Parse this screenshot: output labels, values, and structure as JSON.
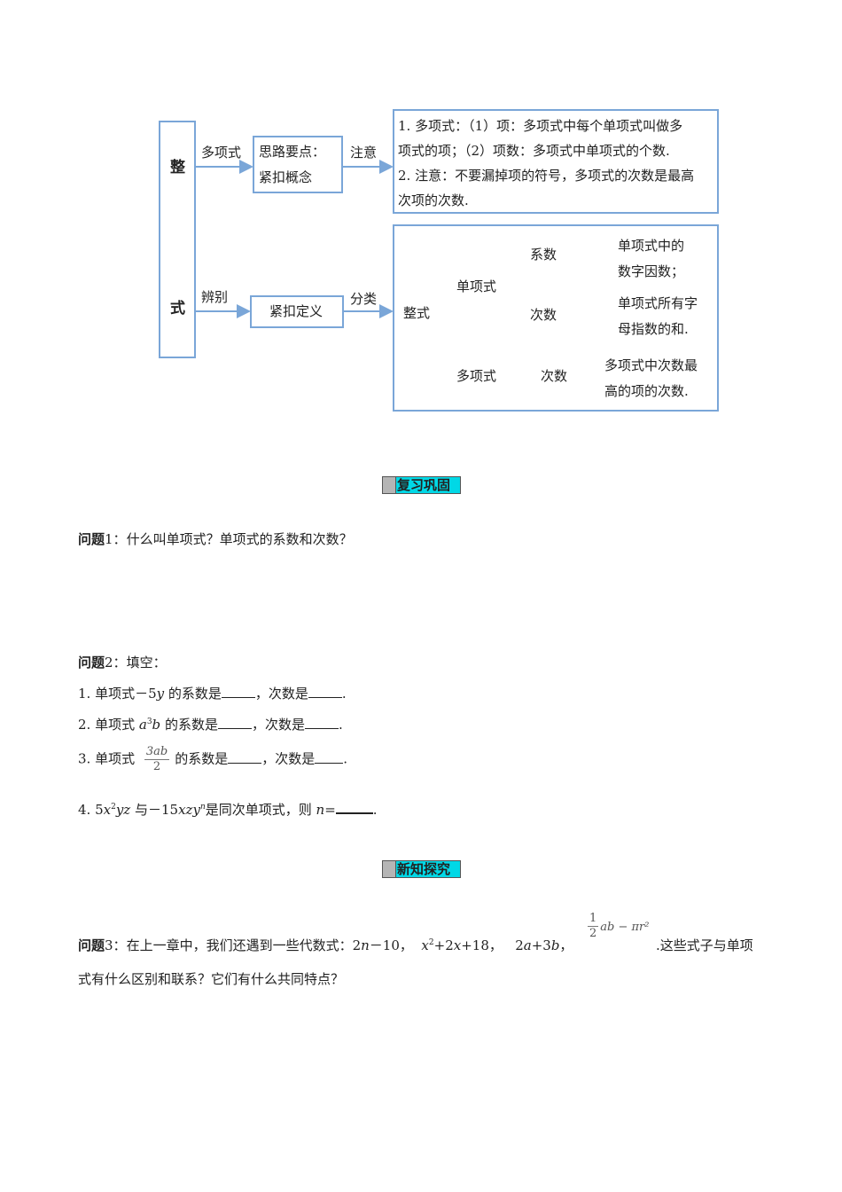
{
  "diagram": {
    "left_box": {
      "top_char": "整",
      "bottom_char": "式"
    },
    "row1": {
      "arrow1_label": "多项式",
      "box_line1": "思路要点：",
      "box_line2": "紧扣概念",
      "arrow2_label": "注意",
      "note_lines": [
        "1. 多项式：（1）项：多项式中每个单项式叫做多",
        "项式的项；（2）项数：多项式中单项式的个数.",
        "2. 注意：不要漏掉项的符号，多项式的次数是最高",
        "次项的次数."
      ]
    },
    "row2": {
      "arrow1_label": "辨别",
      "box_label": "紧扣定义",
      "arrow2_label": "分类",
      "root": "整式",
      "mono": "单项式",
      "coef": "系数",
      "coef_desc1": "单项式中的",
      "coef_desc2": "数字因数；",
      "deg": "次数",
      "deg_desc1": "单项式所有字",
      "deg_desc2": "母指数的和.",
      "poly": "多项式",
      "poly_deg": "次数",
      "poly_desc1": "多项式中次数最",
      "poly_desc2": "高的项的次数."
    }
  },
  "section1": {
    "title": "复习巩固"
  },
  "q1": {
    "label": "问题",
    "num": "1：",
    "text": "什么叫单项式？单项式的系数和次数？"
  },
  "q2": {
    "label": "问题",
    "num": "2：",
    "text": "填空：",
    "i1": {
      "pre": "1. 单项式－5",
      "var": "y",
      "mid": "的系数是",
      "mid2": "，次数是",
      "end": "."
    },
    "i2": {
      "pre": "2. 单项式 ",
      "a": "a",
      "exp": "3",
      "b": "b",
      "mid": "的系数是",
      "mid2": "，次数是",
      "end": "."
    },
    "i3": {
      "pre": "3. 单项式",
      "num": "3ab",
      "den": "2",
      "mid": "的系数是",
      "mid2": "，次数是",
      "end": "."
    },
    "i4": {
      "pre": "4. 5",
      "x": "x",
      "xexp": "2",
      "yz": "yz",
      "mid": "与－15",
      "xzy": "xzy",
      "nexp": "n",
      "mid2": "是同次单项式，则 ",
      "n": "n",
      "eq": "=",
      "end": "."
    }
  },
  "section2": {
    "title": "新知探究"
  },
  "q3": {
    "label": "问题",
    "num": "3：",
    "pre": "在上一章中，我们还遇到一些代数式：2",
    "e1_var": "n",
    "e1_rest": "－10，",
    "e2_x": "x",
    "e2_exp": "2",
    "e2_rest": "+2",
    "e2_x2": "x",
    "e2_rest2": "+18，",
    "e3": "2",
    "e3_a": "a",
    "e3_mid": "+3",
    "e3_b": "b",
    "e3_comma": "，",
    "frac_num": "1",
    "frac_den": "2",
    "frac_tail": "ab − πr²",
    "post": ".这些式子与单项",
    "line2": "式有什么区别和联系？它们有什么共同特点？"
  }
}
